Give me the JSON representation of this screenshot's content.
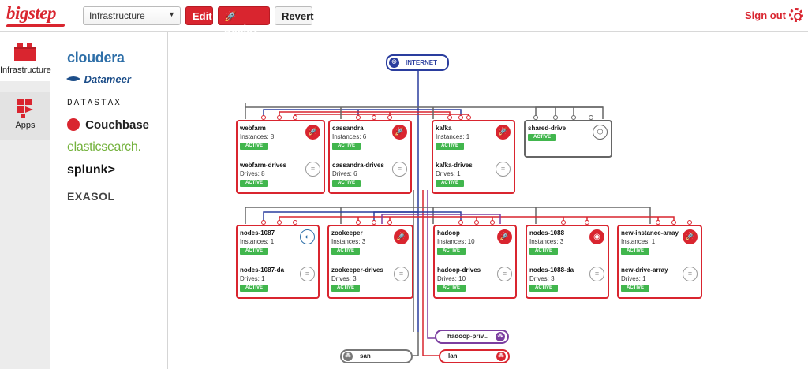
{
  "header": {
    "logo": "bigstep",
    "select_value": "Infrastructure",
    "edit_label": "Edit",
    "deploy_label": "Deploy",
    "revert_label": "Revert",
    "signout_label": "Sign out"
  },
  "rail": {
    "infrastructure_label": "Infrastructure",
    "apps_label": "Apps"
  },
  "apps": [
    "cloudera",
    "Datameer",
    "DATASTAX",
    "Couchbase",
    "elasticsearch.",
    "splunk>",
    "EXASOL"
  ],
  "colors": {
    "accent": "#d9252f",
    "active_badge": "#41b64d",
    "internet": "#2a3d9e",
    "private_net": "#7b3ea0",
    "san": "#777777"
  },
  "networks": {
    "internet": "INTERNET",
    "hadoop_private": "hadoop-priv...",
    "san": "san",
    "lan": "lan"
  },
  "instances": [
    {
      "name": "webfarm",
      "meta": "Instances: 8",
      "status": "ACTIVE",
      "icon": "rocket-icon",
      "drive": {
        "name": "webfarm-drives",
        "meta": "Drives: 8",
        "status": "ACTIVE"
      }
    },
    {
      "name": "cassandra",
      "meta": "Instances: 6",
      "status": "ACTIVE",
      "icon": "rocket-icon",
      "drive": {
        "name": "cassandra-drives",
        "meta": "Drives: 6",
        "status": "ACTIVE"
      }
    },
    {
      "name": "kafka",
      "meta": "Instances: 1",
      "status": "ACTIVE",
      "icon": "rocket-icon",
      "drive": {
        "name": "kafka-drives",
        "meta": "Drives: 1",
        "status": "ACTIVE"
      }
    },
    {
      "name": "shared-drive",
      "meta": "",
      "status": "ACTIVE",
      "icon": "cube-icon"
    },
    {
      "name": "nodes-1087",
      "meta": "Instances: 1",
      "status": "ACTIVE",
      "icon": "datameer-icon",
      "drive": {
        "name": "nodes-1087-da",
        "meta": "Drives: 1",
        "status": "ACTIVE"
      }
    },
    {
      "name": "zookeeper",
      "meta": "Instances: 3",
      "status": "ACTIVE",
      "icon": "rocket-icon",
      "drive": {
        "name": "zookeeper-drives",
        "meta": "Drives: 3",
        "status": "ACTIVE"
      }
    },
    {
      "name": "hadoop",
      "meta": "Instances: 10",
      "status": "ACTIVE",
      "icon": "rocket-icon",
      "drive": {
        "name": "hadoop-drives",
        "meta": "Drives: 10",
        "status": "ACTIVE"
      }
    },
    {
      "name": "nodes-1088",
      "meta": "Instances: 3",
      "status": "ACTIVE",
      "icon": "couchbase-icon",
      "drive": {
        "name": "nodes-1088-da",
        "meta": "Drives: 3",
        "status": "ACTIVE"
      }
    },
    {
      "name": "new-instance-array",
      "meta": "Instances: 1",
      "status": "ACTIVE",
      "icon": "rocket-icon",
      "drive": {
        "name": "new-drive-array",
        "meta": "Drives: 1",
        "status": "ACTIVE"
      }
    }
  ]
}
